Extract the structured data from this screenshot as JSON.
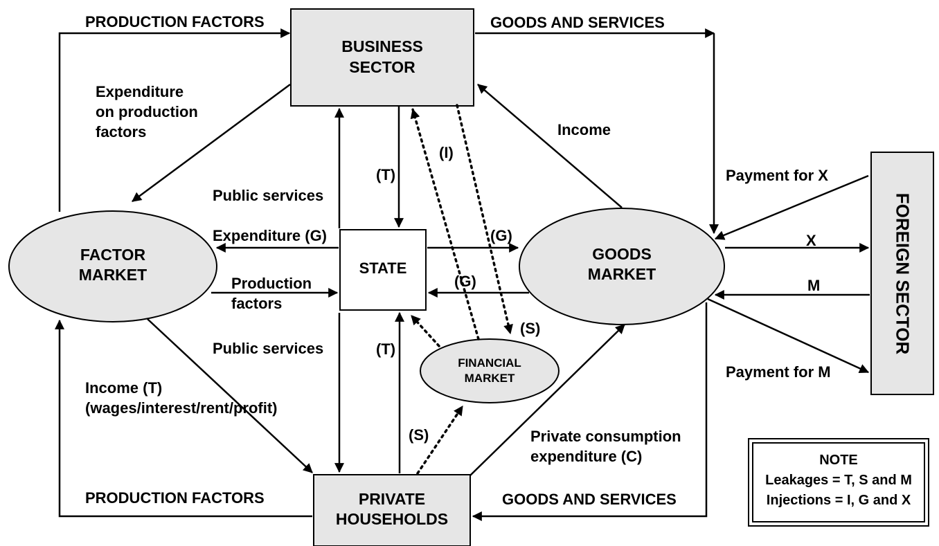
{
  "nodes": {
    "business_sector": [
      "BUSINESS",
      "SECTOR"
    ],
    "factor_market": [
      "FACTOR",
      "MARKET"
    ],
    "state": "STATE",
    "goods_market": [
      "GOODS",
      "MARKET"
    ],
    "financial_market": [
      "FINANCIAL",
      "MARKET"
    ],
    "private_households": [
      "PRIVATE",
      "HOUSEHOLDS"
    ],
    "foreign_sector": "FOREIGN SECTOR"
  },
  "labels": {
    "production_factors_top": "PRODUCTION FACTORS",
    "goods_services_top": "GOODS AND SERVICES",
    "expenditure_prod_factors": [
      "Expenditure",
      "on production",
      "factors"
    ],
    "income_goods": "Income",
    "t_upper": "(T)",
    "i_label": "(I)",
    "payment_for_x": "Payment for X",
    "public_services_upper": "Public services",
    "expenditure_g": "Expenditure (G)",
    "g_right": "(G)",
    "x_label": "X",
    "production_factors_mid": [
      "Production",
      "factors"
    ],
    "g_left": "(G)",
    "m_label": "M",
    "s_upper": "(S)",
    "public_services_lower": "Public services",
    "t_lower": "(T)",
    "payment_for_m": "Payment for M",
    "income_t": [
      "Income (T)",
      "(wages/interest/rent/profit)"
    ],
    "s_lower": "(S)",
    "private_consumption": [
      "Private consumption",
      "expenditure (C)"
    ],
    "production_factors_bottom": "PRODUCTION FACTORS",
    "goods_services_bottom": "GOODS AND SERVICES"
  },
  "note": {
    "title": "NOTE",
    "leakages": "Leakages = T, S and M",
    "injections": "Injections = I, G and X"
  },
  "colors": {
    "node_fill": "#e6e6e6",
    "stroke": "#000000",
    "background": "#ffffff"
  }
}
